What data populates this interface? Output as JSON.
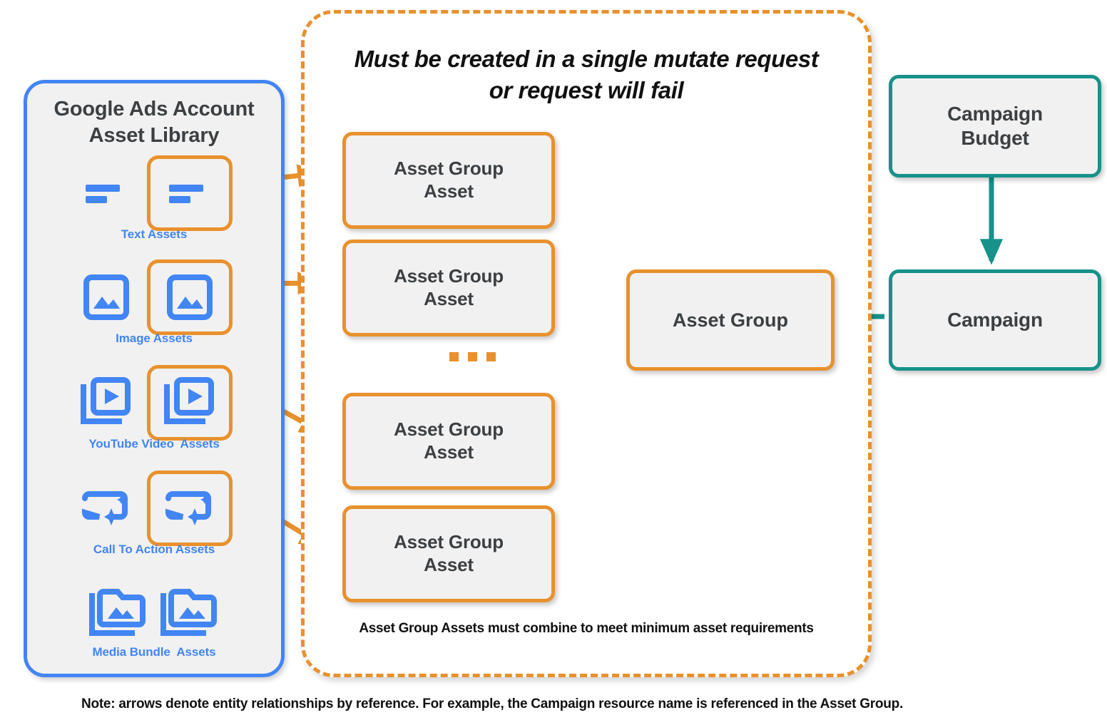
{
  "sidebar": {
    "title_line1": "Google Ads Account",
    "title_line2": "Asset Library",
    "border_color": "#4285F4",
    "fill_color": "#F1F1F1",
    "assets": [
      {
        "label": "Text Assets",
        "icon": "text-lines-icon",
        "highlighted": true
      },
      {
        "label": "Image Assets",
        "icon": "image-icon",
        "highlighted": true
      },
      {
        "label": "YouTube Video  Assets",
        "icon": "video-play-icon",
        "highlighted": true
      },
      {
        "label": "Call To Action Assets",
        "icon": "call-to-action-icon",
        "highlighted": true
      },
      {
        "label": "Media Bundle  Assets",
        "icon": "media-folder-icon",
        "highlighted": false
      }
    ]
  },
  "mutate_container": {
    "title_line1": "Must be created in a single mutate request",
    "title_line2": "or request will fail",
    "footnote": "Asset Group Assets must combine to meet minimum asset requirements",
    "border_color": "#E8912D",
    "border_style": "dashed"
  },
  "nodes": {
    "asset_group_assets": [
      {
        "line1": "Asset Group",
        "line2": "Asset"
      },
      {
        "line1": "Asset Group",
        "line2": "Asset"
      },
      {
        "line1": "Asset Group",
        "line2": "Asset"
      },
      {
        "line1": "Asset Group",
        "line2": "Asset"
      }
    ],
    "ellipsis": "...",
    "asset_group": {
      "label": "Asset Group",
      "color": "#E8912D"
    },
    "campaign_budget": {
      "line1": "Campaign",
      "line2": "Budget",
      "color": "#17928A"
    },
    "campaign": {
      "label": "Campaign",
      "color": "#17928A"
    }
  },
  "colors": {
    "orange": "#E8912D",
    "blue": "#4285F4",
    "teal": "#17928A",
    "node_fill": "#F1F1F1",
    "text_dark": "#3C4043"
  },
  "footer": {
    "note": "Note: arrows denote entity relationships by reference. For example, the Campaign resource name is referenced in the Asset Group."
  }
}
